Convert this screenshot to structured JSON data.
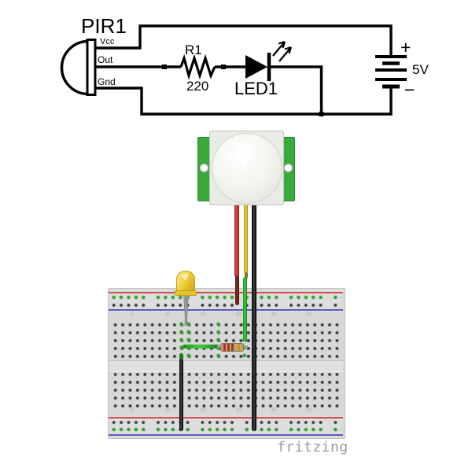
{
  "schematic": {
    "pir": {
      "label": "PIR1",
      "pin_vcc": "Vcc",
      "pin_out": "Out",
      "pin_gnd": "Gnd"
    },
    "resistor": {
      "label": "R1",
      "value": "220"
    },
    "led": {
      "label": "LED1"
    },
    "battery": {
      "plus": "+",
      "voltage": "5V",
      "minus": "−"
    }
  },
  "breadboard": {
    "column_labels": [
      "5",
      "10",
      "15",
      "20",
      "25",
      "30"
    ],
    "positive_rail_color": "#cf4d4d",
    "negative_rail_color": "#5b5bc0",
    "connected_hole_color": "#2fa52f"
  },
  "parts": {
    "pir_module": {
      "pcb_color": "#3aaa3a",
      "dome_color": "#f2f2ee"
    },
    "led": {
      "color": "#e9c832"
    },
    "resistor_bands": [
      "red",
      "red",
      "brown",
      "gold"
    ],
    "wire_colors": {
      "vcc": "#cf2a24",
      "signal": "#e6c329",
      "ground": "#202020",
      "jumper": "#2db92d"
    }
  },
  "watermark": "fritzing"
}
